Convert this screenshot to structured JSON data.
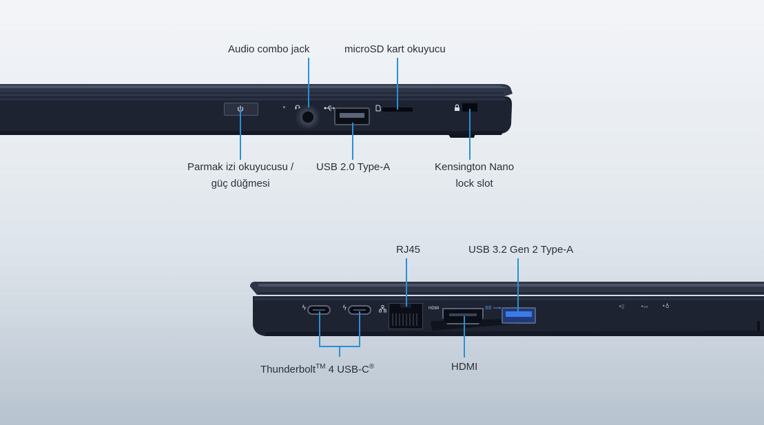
{
  "top_view": {
    "labels": {
      "audio_jack": "Audio combo jack",
      "microsd": "microSD kart okuyucu",
      "fingerprint_line1": "Parmak izi okuyucusu /",
      "fingerprint_line2": "güç düğmesi",
      "usb2": "USB 2.0 Type-A",
      "kensington_line1": "Kensington Nano",
      "kensington_line2": "lock slot"
    }
  },
  "bottom_view": {
    "labels": {
      "rj45": "RJ45",
      "usb32": "USB 3.2 Gen 2 Type-A",
      "thunderbolt_main": "Thunderbolt",
      "thunderbolt_tm": "TM",
      "thunderbolt_rest": " 4 USB-C",
      "thunderbolt_reg": "®",
      "hdmi": "HDMI"
    },
    "port_markings": {
      "hdmi_text": "HDMI",
      "usb_ss_text": "SS"
    }
  },
  "colors": {
    "leader_line": "#2a8fd4",
    "chassis": "#1c2230",
    "chassis_top": "#3a4255",
    "usb_blue": "#2f6fd6"
  }
}
